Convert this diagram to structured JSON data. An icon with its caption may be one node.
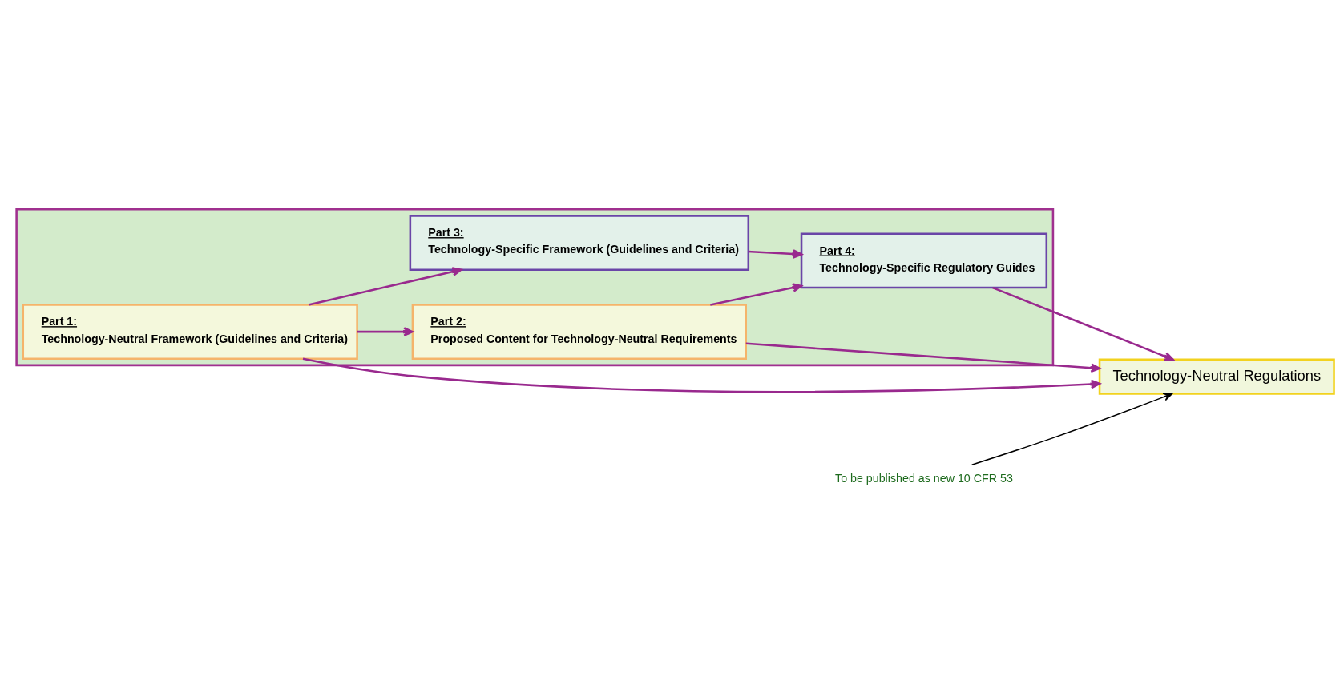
{
  "diagram": {
    "nodes": [
      {
        "text": [],
        "shape": "box"
      },
      {
        "text": [
          "Part 1:",
          "Technology-Neutral Framework (Guidelines and Criteria)"
        ],
        "in": 0
      },
      {
        "text": [
          "Part 2:",
          "Proposed Content for Technology-Neutral Requirements"
        ],
        "in": 0
      },
      {
        "text": [
          "Part 3:",
          "Technology-Specific Framework (Guidelines and Criteria)"
        ],
        "in": 0
      },
      {
        "text": [
          "Part 4:",
          "Technology-Specific Regulatory Guides"
        ],
        "in": 0
      },
      {
        "text": [
          "Technology-Neutral Regulations"
        ]
      },
      {
        "text": [
          "To be published as new 10 CFR 53"
        ]
      }
    ],
    "edges": [
      {
        "from": 1,
        "to": 5,
        "arrow": "to"
      },
      {
        "from": 1,
        "to": 3,
        "arrow": "to"
      },
      {
        "from": 1,
        "to": 2,
        "arrow": "to"
      },
      {
        "from": 2,
        "to": 5,
        "arrow": "to"
      },
      {
        "from": 2,
        "to": 4,
        "arrow": "to"
      },
      {
        "from": 3,
        "to": 4,
        "arrow": "to"
      },
      {
        "from": 4,
        "to": 5,
        "arrow": "to"
      },
      {
        "from": 6,
        "to": 5,
        "arrow": "to",
        "color": "#000000"
      }
    ]
  }
}
